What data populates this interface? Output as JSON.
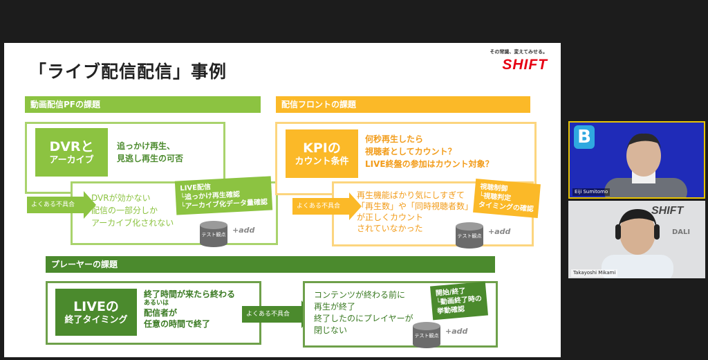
{
  "slide": {
    "title": "「ライブ配信配信」事例",
    "logo": {
      "tagline": "その常識、変えてみせる。",
      "wordmark": "SHIFT"
    },
    "sections": {
      "platform": {
        "header": "動画配信PFの課題",
        "label_big": "DVRと",
        "label_small": "アーカイブ",
        "issue": [
          "追っかけ再生、",
          "見逃し再生の可否"
        ],
        "arrow_label": "よくある不具合",
        "defect": [
          "DVRが効かない",
          "配信の一部分しか",
          "アーカイブ化されない"
        ],
        "note": [
          "LIVE配信",
          "└追っかけ再生確認",
          "└アーカイブ化データ量確認"
        ],
        "db_label": "テスト観点",
        "add_label": "+add"
      },
      "front": {
        "header": "配信フロントの課題",
        "label_big": "KPIの",
        "label_small": "カウント条件",
        "issue": [
          "何秒再生したら",
          "視聴者としてカウント？",
          "LIVE終盤の参加はカウント対象？"
        ],
        "arrow_label": "よくある不具合",
        "defect": [
          "再生機能ばかり気にしすぎて",
          "「再生数」や「同時視聴者数」",
          "が正しくカウント",
          "されていなかった"
        ],
        "note": [
          "視聴制御",
          "└視聴判定",
          "タイミングの確認"
        ],
        "db_label": "テスト観点",
        "add_label": "+add"
      },
      "player": {
        "header": "プレーヤーの課題",
        "label_big": "LIVEの",
        "label_small": "終了タイミング",
        "issue": [
          "終了時間が来たら終わる",
          "あるいは",
          "配信者が",
          "任意の時間で終了"
        ],
        "arrow_label": "よくある不具合",
        "defect": [
          "コンテンツが終わる前に",
          "再生が終了",
          "終了したのにプレイヤーが",
          "閉じない"
        ],
        "note": [
          "開始/終了",
          "└動画終了時の",
          "挙動確認"
        ],
        "db_label": "テスト観点",
        "add_label": "+add"
      }
    }
  },
  "participants": [
    {
      "name": "Eiji Sumitomo",
      "logo_letter": "B"
    },
    {
      "name": "Takayoshi Mikami",
      "backdrop_words": [
        "SHIFT",
        "DALI"
      ]
    }
  ],
  "colors": {
    "green": "#8cc341",
    "yellow": "#fbb928",
    "dark_green": "#4b8a2d",
    "brand_red": "#e60012",
    "video_blue": "#1f2bb8"
  }
}
